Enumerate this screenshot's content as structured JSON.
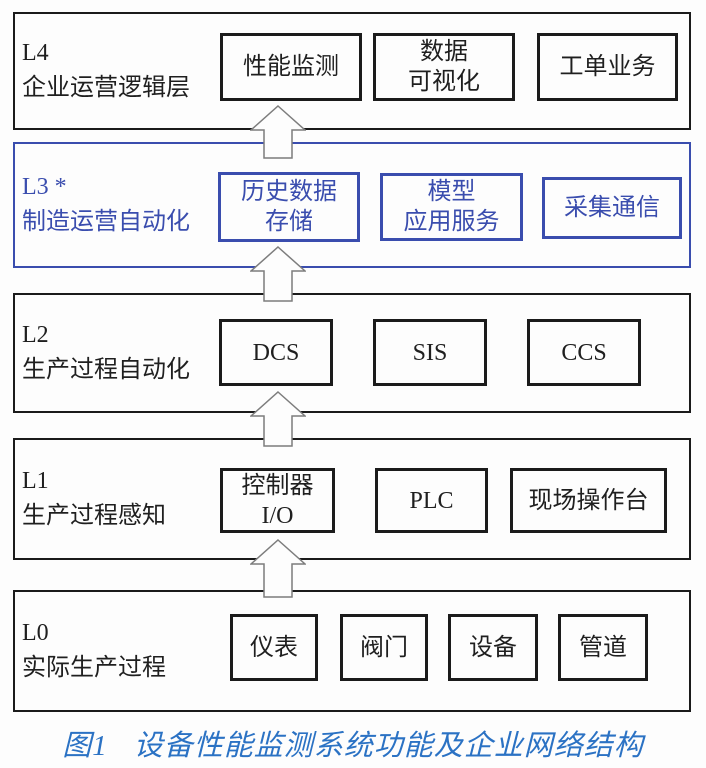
{
  "colors": {
    "accent_blue": "#3a4dae",
    "caption_blue": "#2b72c4",
    "box_border_black": "#1b1b1b",
    "arrow_outline_gray": "#7d7d7d"
  },
  "layers": [
    {
      "level": "L4",
      "name": "企业运营逻辑层",
      "highlighted": false,
      "boxes": [
        {
          "lines": [
            "性能监测"
          ]
        },
        {
          "lines": [
            "数据",
            "可视化"
          ]
        },
        {
          "lines": [
            "工单业务"
          ]
        }
      ]
    },
    {
      "level": "L3 *",
      "name": "制造运营自动化",
      "highlighted": true,
      "boxes": [
        {
          "lines": [
            "历史数据",
            "存储"
          ]
        },
        {
          "lines": [
            "模型",
            "应用服务"
          ]
        },
        {
          "lines": [
            "采集通信"
          ]
        }
      ]
    },
    {
      "level": "L2",
      "name": "生产过程自动化",
      "highlighted": false,
      "boxes": [
        {
          "lines": [
            "DCS"
          ]
        },
        {
          "lines": [
            "SIS"
          ]
        },
        {
          "lines": [
            "CCS"
          ]
        }
      ]
    },
    {
      "level": "L1",
      "name": "生产过程感知",
      "highlighted": false,
      "boxes": [
        {
          "lines": [
            "控制器",
            "I/O"
          ]
        },
        {
          "lines": [
            "PLC"
          ]
        },
        {
          "lines": [
            "现场操作台"
          ]
        }
      ]
    },
    {
      "level": "L0",
      "name": "实际生产过程",
      "highlighted": false,
      "boxes": [
        {
          "lines": [
            "仪表"
          ]
        },
        {
          "lines": [
            "阀门"
          ]
        },
        {
          "lines": [
            "设备"
          ]
        },
        {
          "lines": [
            "管道"
          ]
        }
      ]
    }
  ],
  "caption": {
    "number": "图1",
    "title": "设备性能监测系统功能及企业网络结构"
  }
}
